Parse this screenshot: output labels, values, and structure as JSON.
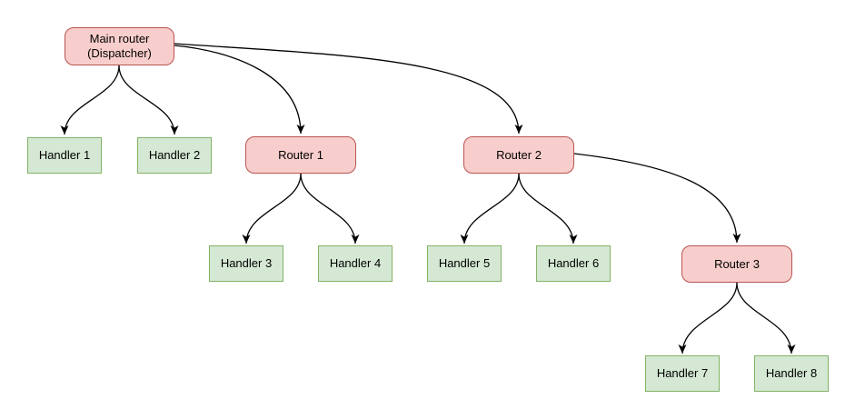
{
  "diagram": {
    "type": "tree",
    "nodes": [
      {
        "id": "main",
        "label": "Main router (Dispatcher)",
        "kind": "router"
      },
      {
        "id": "handler1",
        "label": "Handler 1",
        "kind": "handler"
      },
      {
        "id": "handler2",
        "label": "Handler 2",
        "kind": "handler"
      },
      {
        "id": "router1",
        "label": "Router 1",
        "kind": "router"
      },
      {
        "id": "router2",
        "label": "Router 2",
        "kind": "router"
      },
      {
        "id": "handler3",
        "label": "Handler 3",
        "kind": "handler"
      },
      {
        "id": "handler4",
        "label": "Handler 4",
        "kind": "handler"
      },
      {
        "id": "handler5",
        "label": "Handler 5",
        "kind": "handler"
      },
      {
        "id": "handler6",
        "label": "Handler 6",
        "kind": "handler"
      },
      {
        "id": "router3",
        "label": "Router 3",
        "kind": "router"
      },
      {
        "id": "handler7",
        "label": "Handler 7",
        "kind": "handler"
      },
      {
        "id": "handler8",
        "label": "Handler 8",
        "kind": "handler"
      }
    ],
    "edges": [
      {
        "from": "main",
        "to": "handler1"
      },
      {
        "from": "main",
        "to": "handler2"
      },
      {
        "from": "main",
        "to": "router1"
      },
      {
        "from": "main",
        "to": "router2"
      },
      {
        "from": "router1",
        "to": "handler3"
      },
      {
        "from": "router1",
        "to": "handler4"
      },
      {
        "from": "router2",
        "to": "handler5"
      },
      {
        "from": "router2",
        "to": "handler6"
      },
      {
        "from": "router2",
        "to": "router3"
      },
      {
        "from": "router3",
        "to": "handler7"
      },
      {
        "from": "router3",
        "to": "handler8"
      }
    ],
    "colors": {
      "router_fill": "#f8cecc",
      "router_border": "#b85450",
      "handler_fill": "#d5e8d4",
      "handler_border": "#82b366",
      "edge": "#000000",
      "text": "#000000",
      "background": "#ffffff"
    }
  }
}
